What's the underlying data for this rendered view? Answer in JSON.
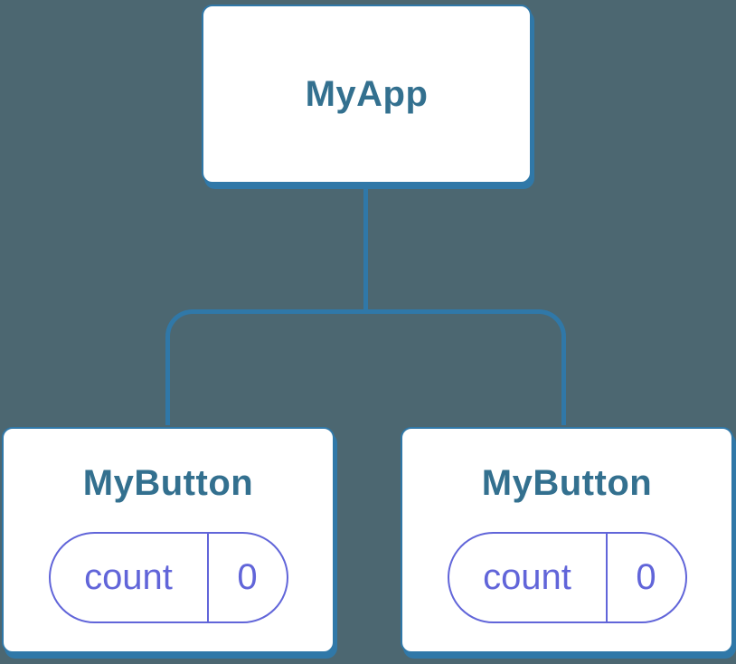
{
  "diagram": {
    "type": "component-tree",
    "colors": {
      "background": "#4C6771",
      "accent_blue": "#3078A8",
      "title_text": "#33708F",
      "state_purple": "#6165D9",
      "card_background": "#FFFFFF"
    },
    "root": {
      "label": "MyApp"
    },
    "children": [
      {
        "label": "MyButton",
        "state": {
          "key": "count",
          "value": "0"
        }
      },
      {
        "label": "MyButton",
        "state": {
          "key": "count",
          "value": "0"
        }
      }
    ]
  }
}
